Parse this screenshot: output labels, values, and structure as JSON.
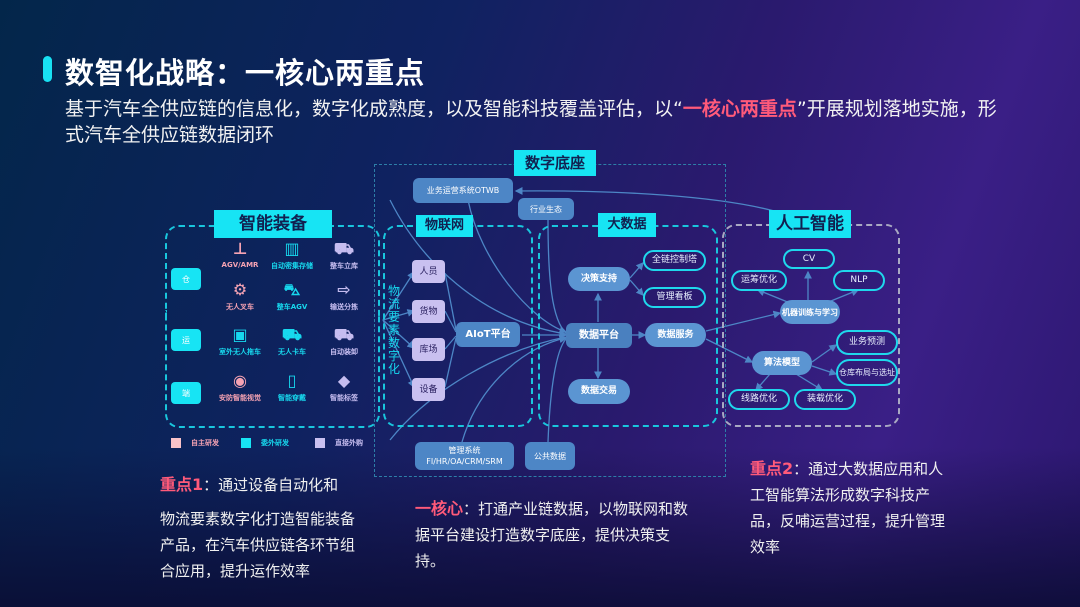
{
  "header": {
    "title": "数智化战略：一核心两重点",
    "subtitle_before": "基于汽车全供应链的信息化，数字化成熟度，以及智能科技覆盖评估，以“",
    "subtitle_highlight": "一核心两重点",
    "subtitle_after": "”开展规划落地实施，形式汽车全供应链数据闭环"
  },
  "colors": {
    "accent_cyan": "#17e4f4",
    "highlight_pink": "#ff5a7a",
    "node_blue": "#4d86c6",
    "lavender": "#c9c0f0"
  },
  "digital_base": {
    "label": "数字底座",
    "otwb": "业务运营系统OTWB",
    "ecosystem": "行业生态",
    "mgmt_system_line1": "管理系统",
    "mgmt_system_line2": "FI/HR/OA/CRM/SRM",
    "public_data": "公共数据"
  },
  "smart_equipment": {
    "label": "智能装备",
    "side_buttons": [
      "仓",
      "运",
      "端"
    ],
    "items": [
      {
        "label": "AGV/AMR",
        "icon": "agv-robot-icon",
        "glyph": "⊥",
        "type": "pink"
      },
      {
        "label": "自动密集存储",
        "icon": "storage-rack-icon",
        "glyph": "▥",
        "type": "cyan"
      },
      {
        "label": "整车立库",
        "icon": "vehicle-warehouse-icon",
        "glyph": "⛟",
        "type": "lav"
      },
      {
        "label": "无人叉车",
        "icon": "forklift-icon",
        "glyph": "⚙",
        "type": "pink"
      },
      {
        "label": "整车AGV",
        "icon": "vehicle-agv-icon",
        "glyph": "⛍",
        "type": "cyan"
      },
      {
        "label": "输送分拣",
        "icon": "conveyor-icon",
        "glyph": "⇨",
        "type": "lav"
      },
      {
        "label": "室外无人拖车",
        "icon": "trailer-icon",
        "glyph": "▣",
        "type": "cyan"
      },
      {
        "label": "无人卡车",
        "icon": "truck-icon",
        "glyph": "⛟",
        "type": "cyan"
      },
      {
        "label": "自动装卸",
        "icon": "loading-truck-icon",
        "glyph": "⛟",
        "type": "lav"
      },
      {
        "label": "安防智能视觉",
        "icon": "camera-icon",
        "glyph": "◉",
        "type": "pink"
      },
      {
        "label": "智能穿戴",
        "icon": "wearable-phone-icon",
        "glyph": "▯",
        "type": "cyan"
      },
      {
        "label": "智能标签",
        "icon": "tag-icon",
        "glyph": "◆",
        "type": "lav"
      }
    ],
    "legend": [
      {
        "label": "自主研发",
        "color": "#f9c3c8"
      },
      {
        "label": "委外研发",
        "color": "#17e4f4"
      },
      {
        "label": "直接外购",
        "color": "#c9c0f0"
      }
    ]
  },
  "iot": {
    "label": "物联网",
    "vertical_text": "物流要素数字化",
    "elements": [
      "人员",
      "货物",
      "库场",
      "设备"
    ],
    "platform": "AIoT平台"
  },
  "big_data": {
    "label": "大数据",
    "decision": "决策支持",
    "control_tower": "全链控制塔",
    "dashboard": "管理看板",
    "platform": "数据平台",
    "service": "数据服务",
    "trade": "数据交易"
  },
  "ai": {
    "label": "人工智能",
    "cv": "CV",
    "ops": "运筹优化",
    "nlp": "NLP",
    "ml": "机器训练与学习",
    "algo": "算法模型",
    "forecast": "业务预测",
    "layout": "仓库布局与选址",
    "route": "线路优化",
    "loading": "装载优化"
  },
  "focus1": {
    "label": "重点1",
    "text_first": "：通过设备自动化和",
    "text_rest": "物流要素数字化打造智能装备产品，在汽车供应链各环节组合应用，提升运作效率"
  },
  "core": {
    "label": "一核心",
    "text": "：打通产业链数据，以物联网和数据平台建设打造数字底座，提供决策支持。"
  },
  "focus2": {
    "label": "重点2",
    "text": "：通过大数据应用和人工智能算法形成数字科技产品，反哺运营过程，提升管理效率"
  }
}
